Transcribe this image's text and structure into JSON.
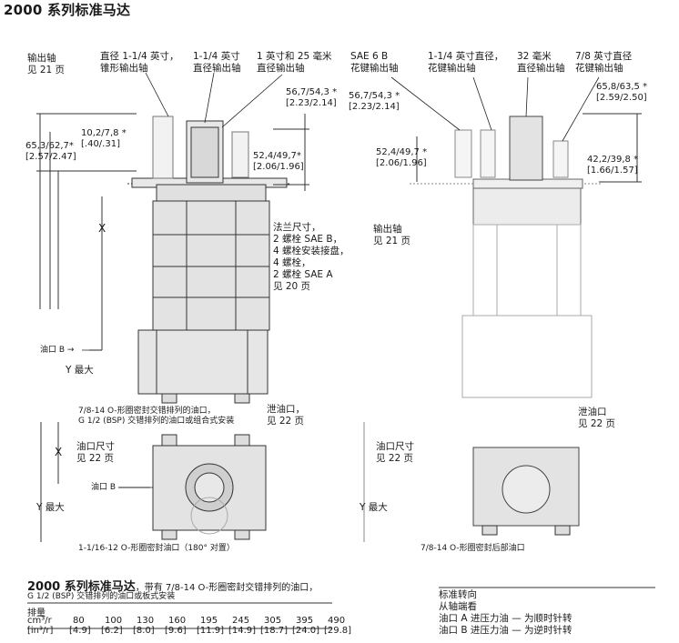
{
  "page_title": "2000 系列标准马达",
  "left_drawing": {
    "label_output_shaft": [
      "输出轴",
      "见 21 页"
    ],
    "label_tapered": [
      "直径 1-1/4 英寸，",
      "锥形输出轴"
    ],
    "label_straight_114": [
      "1-1/4 英寸",
      "直径输出轴"
    ],
    "label_straight_1in_25mm": [
      "1 英寸和 25 毫米",
      "直径输出轴"
    ],
    "dim_56": [
      "56,7/54,3 *",
      "[2.23/2.14]"
    ],
    "dim_10": [
      "10,2/7,8 *",
      "[.40/.31]"
    ],
    "dim_65": [
      "65,3/62,7*",
      "[2.57/2.47]"
    ],
    "dim_52": [
      "52,4/49,7*",
      "[2.06/1.96]"
    ],
    "label_x": "X",
    "label_flange": [
      "法兰尺寸，",
      "2 螺栓 SAE B，",
      "4 螺栓安装接盘，",
      "4 螺栓，",
      "2 螺栓 SAE A",
      "见 20 页"
    ],
    "label_port_b": "油口 B",
    "label_y_max": "Y 最大",
    "label_ports_note": [
      "7/8-14 O-形圈密封交错排列的油口，",
      "G 1/2 (BSP) 交错排列的油口或组合式安装"
    ],
    "label_drain": [
      "泄油口，",
      "见 22 页"
    ],
    "label_port_size": [
      "油口尺寸",
      "见 22 页"
    ],
    "label_x2": "X",
    "label_port_b2": "油口 B",
    "label_y_max2": "Y 最大",
    "caption": "1-1/16-12 O-形圈密封油口（180° 对置）"
  },
  "right_drawing": {
    "label_sae6b": [
      "SAE 6 B",
      "花键输出轴"
    ],
    "label_spline_114": [
      "1-1/4 英寸直径，",
      "花键输出轴"
    ],
    "label_32mm": [
      "32 毫米",
      "直径输出轴"
    ],
    "label_78": [
      "7/8 英寸直径",
      "花键输出轴"
    ],
    "dim_56": [
      "56,7/54,3 *",
      "[2.23/2.14]"
    ],
    "dim_65": [
      "65,8/63,5 *",
      "[2.59/2.50]"
    ],
    "dim_52": [
      "52,4/49,7 *",
      "[2.06/1.96]"
    ],
    "dim_42": [
      "42,2/39,8 *",
      "[1.66/1.57]"
    ],
    "label_output_shaft": [
      "输出轴",
      "见 21 页"
    ],
    "label_drain": [
      "泄油口",
      "见 22 页"
    ],
    "label_port_size": [
      "油口尺寸",
      "见 22 页"
    ],
    "label_y_max": "Y 最大",
    "caption": "7/8-14 O-形圈密封后部油口"
  },
  "bottom": {
    "title": "2000 系列标准马达",
    "title_suffix": "，带有 7/8-14 O-形圈密封交错排列的油口，",
    "subtitle": "G 1/2 (BSP) 交错排列的油口或板式安装",
    "table_header": [
      "排量",
      "cm³/r",
      "[in³/r]"
    ],
    "displacement_cm3": [
      "80",
      "100",
      "130",
      "160",
      "195",
      "245",
      "305",
      "395",
      "490"
    ],
    "displacement_in3": [
      "[4.9]",
      "[6.2]",
      "[8.0]",
      "[9.6]",
      "[11.9]",
      "[14.9]",
      "[18.7]",
      "[24.0]",
      "[29.8]"
    ],
    "rotation": {
      "title": "标准转向",
      "line1": "从轴端看",
      "line2": "油口 A 进压力油 — 为顺时针转",
      "line3": "油口 B 进压力油 — 为逆时针转"
    }
  }
}
